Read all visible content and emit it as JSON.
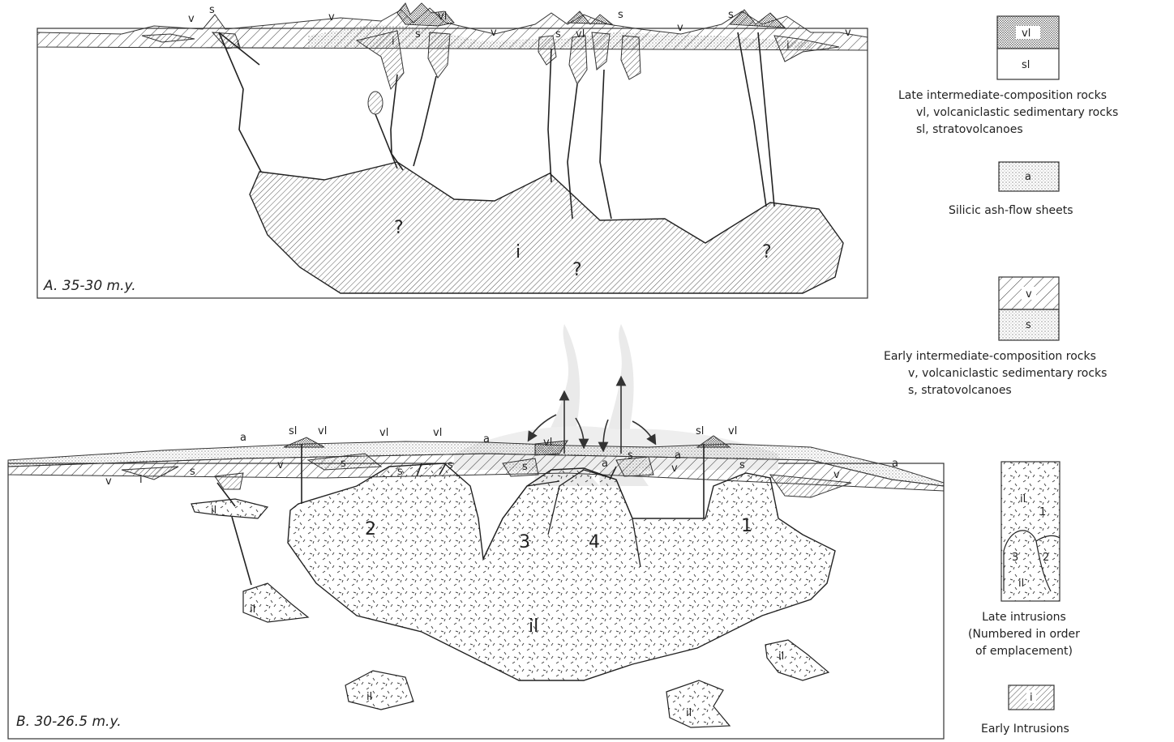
{
  "panel_a": {
    "caption": "A. 35-30 m.y.",
    "labels": {
      "v": "v",
      "s": "s",
      "i": "i",
      "vl": "vl",
      "q": "?"
    }
  },
  "panel_b": {
    "caption": "B. 30-26.5 m.y.",
    "labels": {
      "a": "a",
      "sl": "sl",
      "vl": "vl",
      "v": "v",
      "s": "s",
      "i": "i",
      "il": "il",
      "n1": "1",
      "n2": "2",
      "n3": "3",
      "n4": "4"
    }
  },
  "legend": {
    "late_intermediate": {
      "box_top_label": "vl",
      "box_bottom_label": "sl",
      "title": "Late intermediate-composition rocks",
      "line1": "vl, volcaniclastic sedimentary rocks",
      "line2": "sl, stratovolcanoes"
    },
    "silicic": {
      "box_label": "a",
      "title": "Silicic ash-flow sheets"
    },
    "early_intermediate": {
      "box_top_label": "v",
      "box_bottom_label": "s",
      "title": "Early intermediate-composition rocks",
      "line1": "v, volcaniclastic sedimentary rocks",
      "line2": "s, stratovolcanoes"
    },
    "late_intrusions": {
      "labels": [
        "il",
        "1",
        "3",
        "2",
        "il"
      ],
      "title": "Late intrusions",
      "line1": "(Numbered in order",
      "line2": "of emplacement)"
    },
    "early_intrusions": {
      "box_label": "i",
      "title": "Early Intrusions"
    }
  }
}
